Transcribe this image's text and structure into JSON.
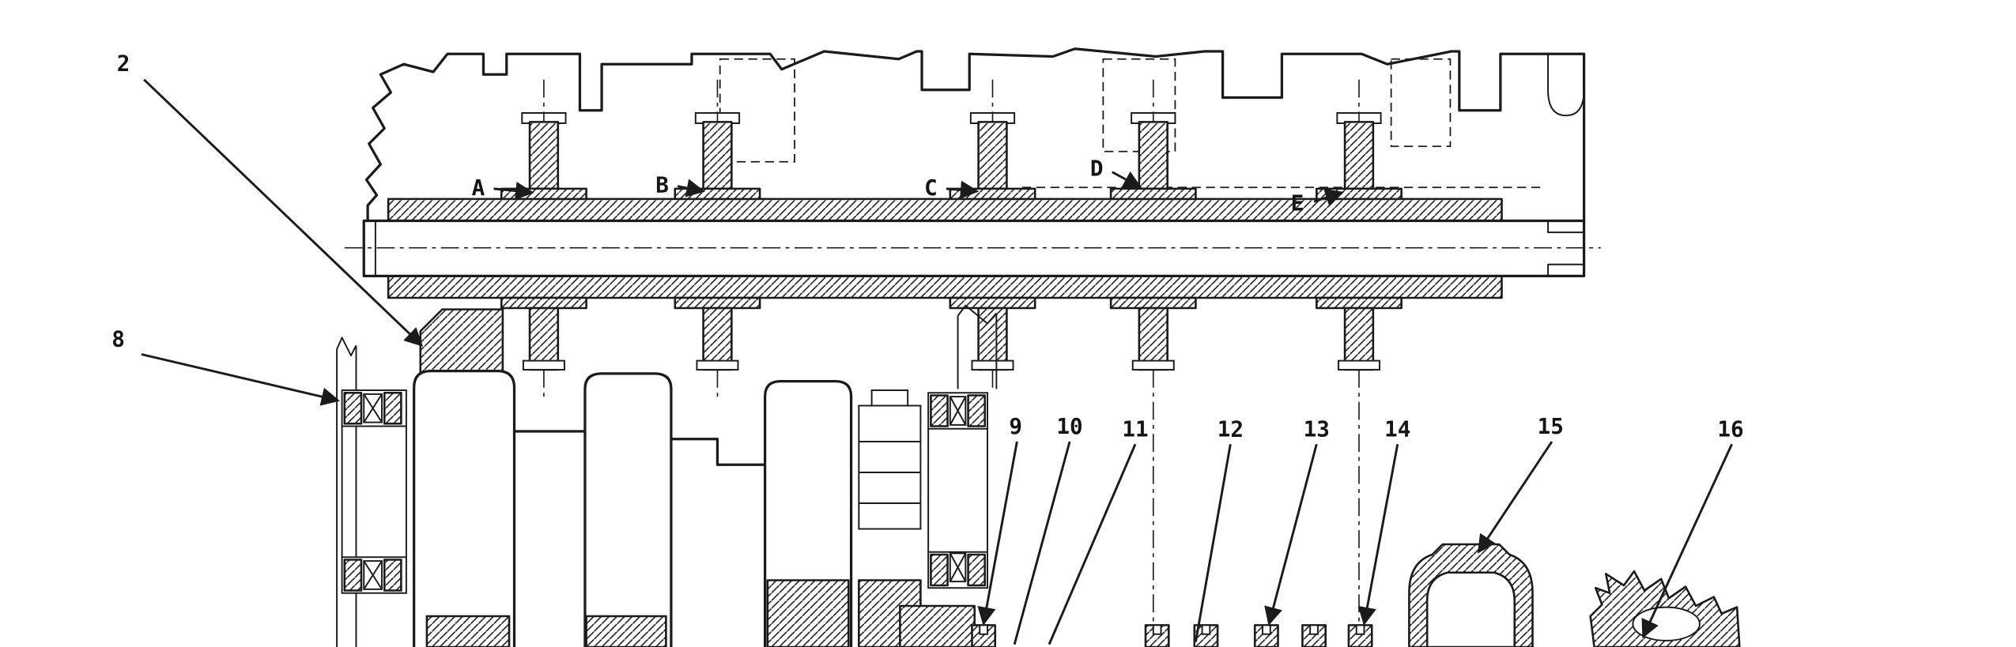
{
  "figure": {
    "description": "Sectional view of engine cylinder block with camshaft bearing bores and crankshaft assembly",
    "colors": {
      "background": "#ffffff",
      "line": "#1b1b1b"
    },
    "journal_labels": [
      {
        "label": "A"
      },
      {
        "label": "B"
      },
      {
        "label": "C"
      },
      {
        "label": "D"
      },
      {
        "label": "E"
      }
    ],
    "callouts": [
      {
        "label": "2"
      },
      {
        "label": "8"
      },
      {
        "label": "9"
      },
      {
        "label": "10"
      },
      {
        "label": "11"
      },
      {
        "label": "12"
      },
      {
        "label": "13"
      },
      {
        "label": "14"
      },
      {
        "label": "15"
      },
      {
        "label": "16"
      }
    ]
  }
}
